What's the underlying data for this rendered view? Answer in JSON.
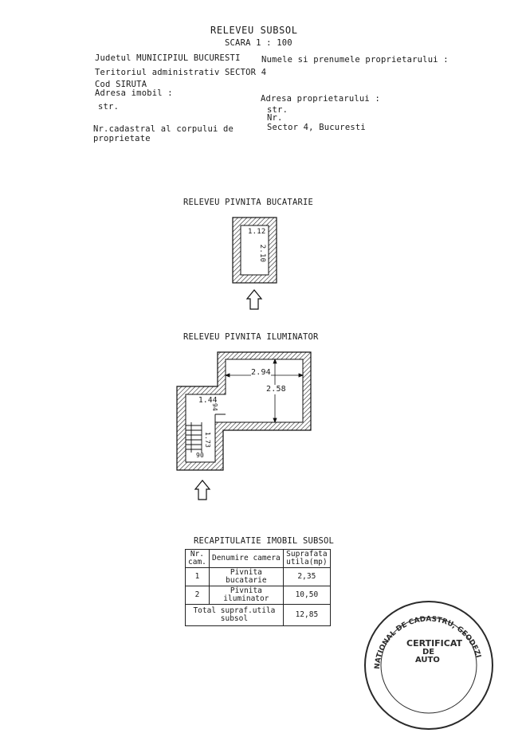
{
  "header": {
    "title": "RELEVEU SUBSOL",
    "scale": "SCARA 1 : 100"
  },
  "left_info": {
    "judet": "Judetul MUNICIPIUL BUCURESTI",
    "teritoriu": "Teritoriul administrativ SECTOR 4",
    "cod_siruta": "Cod SIRUTA",
    "adresa_imobil": "Adresa imobil :",
    "str": "str.",
    "nr_cadastral_1": "Nr.cadastral al corpului de",
    "nr_cadastral_2": "proprietate"
  },
  "right_info": {
    "proprietar": "Numele si prenumele proprietarului :",
    "adresa_proprietar": "Adresa proprietarului :",
    "str": "str.",
    "nr": "Nr.",
    "sector": "Sector 4, Bucuresti"
  },
  "plan1": {
    "title": "RELEVEU PIVNITA BUCATARIE",
    "width_dim": "1.12",
    "height_dim": "2.10"
  },
  "plan2": {
    "title": "RELEVEU PIVNITA ILUMINATOR",
    "dim_width": "2.94",
    "dim_height": "2.58",
    "dim_small_width": "1.44",
    "dim_step": "94",
    "dim_stair": "1.73",
    "dim_bottom": "90"
  },
  "recap": {
    "title": "RECAPITULATIE IMOBIL SUBSOL",
    "headers": [
      "Nr. cam.",
      "Denumire camera",
      "Suprafata utila(mp)"
    ],
    "rows": [
      {
        "nr": "1",
        "name": "Pivnita bucatarie",
        "area": "2,35"
      },
      {
        "nr": "2",
        "name": "Pivnita iluminator",
        "area": "10,50"
      }
    ],
    "total_label": "Total supraf.utila subsol",
    "total_value": "12,85"
  },
  "stamp": {
    "arc_text": "NATIONAL DE CADASTRU, GEODEZIE",
    "line1": "CERTIFICAT",
    "line2": "DE",
    "line3": "AUTO"
  }
}
